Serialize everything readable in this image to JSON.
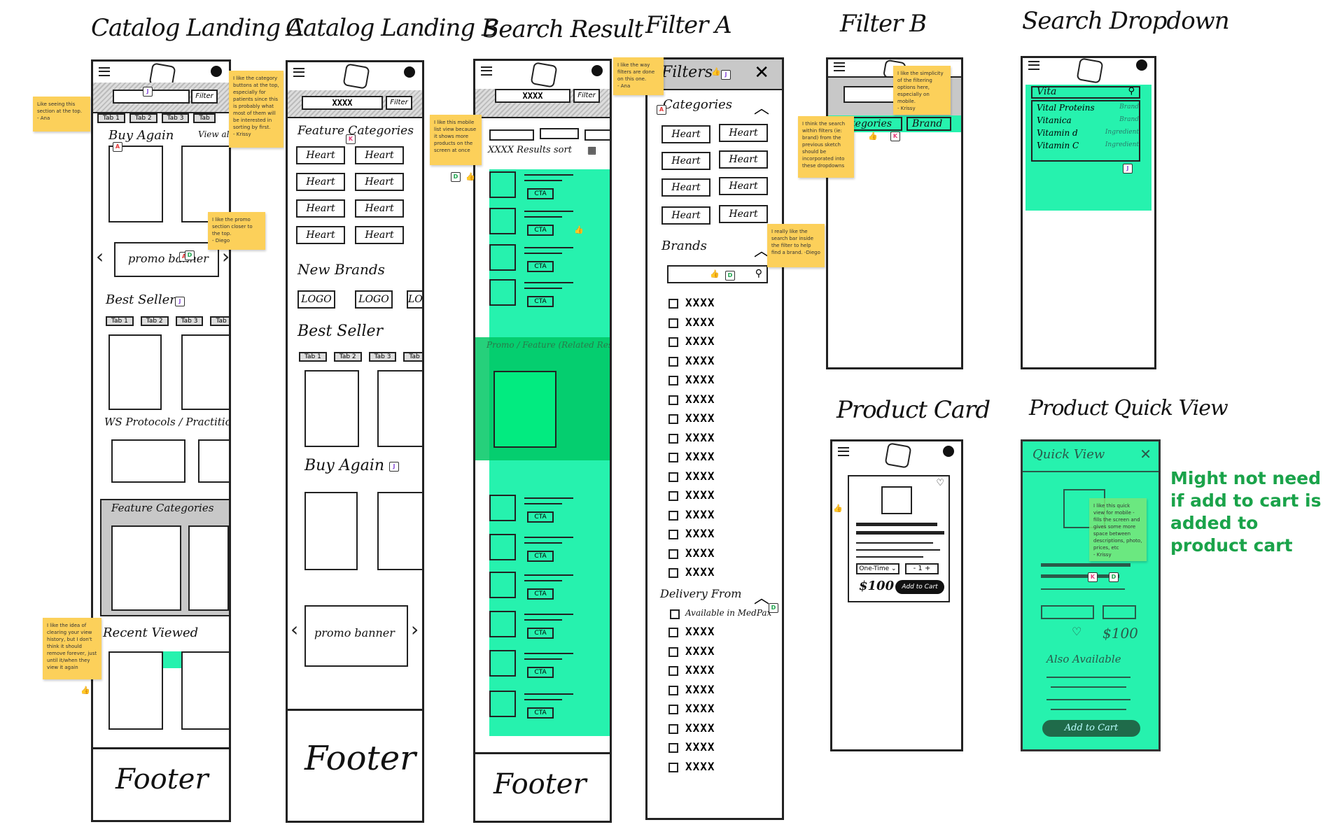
{
  "titles": {
    "catalog_a": "Catalog Landing A",
    "catalog_b": "Catalog Landing B",
    "search_result": "Search Result",
    "filter_a": "Filter A",
    "filter_b": "Filter B",
    "search_dropdown": "Search Dropdown",
    "product_card": "Product Card",
    "product_quick_view": "Product Quick View"
  },
  "common": {
    "filter_label": "Filter",
    "search_query": "XXXX",
    "footer": "Footer",
    "tabs": [
      "Tab 1",
      "Tab 2",
      "Tab 3",
      "Tab"
    ]
  },
  "catalog_a": {
    "buy_again": "Buy Again",
    "view_all": "View all",
    "promo": "promo banner",
    "best_seller": "Best Seller",
    "protocols": "WS Protocols / Practitioner",
    "feature_categories": "Feature Categories",
    "recent_viewed": "Recent Viewed"
  },
  "catalog_b": {
    "feature_categories": "Feature Categories",
    "heart": "Heart",
    "new_brands": "New Brands",
    "logo": "LOGO",
    "best_seller": "Best Seller",
    "buy_again": "Buy Again",
    "promo": "promo banner"
  },
  "search_result": {
    "results": "XXXX Results",
    "sort": "sort",
    "cta": "CTA",
    "promo_feature": "Promo / Feature (Related Research)"
  },
  "filter_a": {
    "header": "Filters",
    "categories": "Categories",
    "brands": "Brands",
    "delivery": "Delivery From",
    "available": "Available in MedPax",
    "item": "XXXX"
  },
  "filter_b": {
    "categories": "Categories",
    "brand": "Brand"
  },
  "search_dropdown": {
    "query": "Vita",
    "rows": [
      {
        "name": "Vital Proteins",
        "type": "Brand"
      },
      {
        "name": "Vitanica",
        "type": "Brand"
      },
      {
        "name": "Vitamin d",
        "type": "Ingredient"
      },
      {
        "name": "Vitamin C",
        "type": "Ingredient"
      }
    ]
  },
  "product_card": {
    "option": "One-Time",
    "price": "$100",
    "add_to_cart": "Add to Cart"
  },
  "quick_view": {
    "header": "Quick View",
    "price": "$100",
    "also_available": "Also Available",
    "add_to_cart": "Add to Cart"
  },
  "notes": {
    "ana_section": "Like seeing this section at the top.\n- Ana",
    "krissy_tabs": "I like the category buttons at the top, especially for patients since this is probably what most of them will be interested in sorting by first.\n- Krissy",
    "diego_promo": "I like the promo section closer to the top.\n- Diego",
    "recent_clear": "I like the idea of clearing your view history, but I don't think it should remove forever, just until it/when they view it again",
    "list_view": "I like this mobile list view because it shows more products on the screen at once",
    "ana_filters": "I like the way filters are done on this one.\n- Ana",
    "diego_brand": "I really like the search bar inside the filter to help find a brand. -Diego",
    "filter_dropdowns": "I think the search within filters (ie: brand) from the previous sketch should be incorporated into these dropdowns",
    "krissy_simplicity": "I like the simplicity of the filtering options here, especially on mobile.\n- Krissy",
    "krissy_quickview": "I like this quick view for mobile - fills the screen and gives some more space between descriptions, photo, prices, etc\n- Krissy"
  },
  "side_note": "Might not need if add to cart is added to product cart",
  "colors": {
    "sticky": "#fcd05a",
    "highlight": "#00f0a0",
    "note_text": "#1aa34a"
  }
}
